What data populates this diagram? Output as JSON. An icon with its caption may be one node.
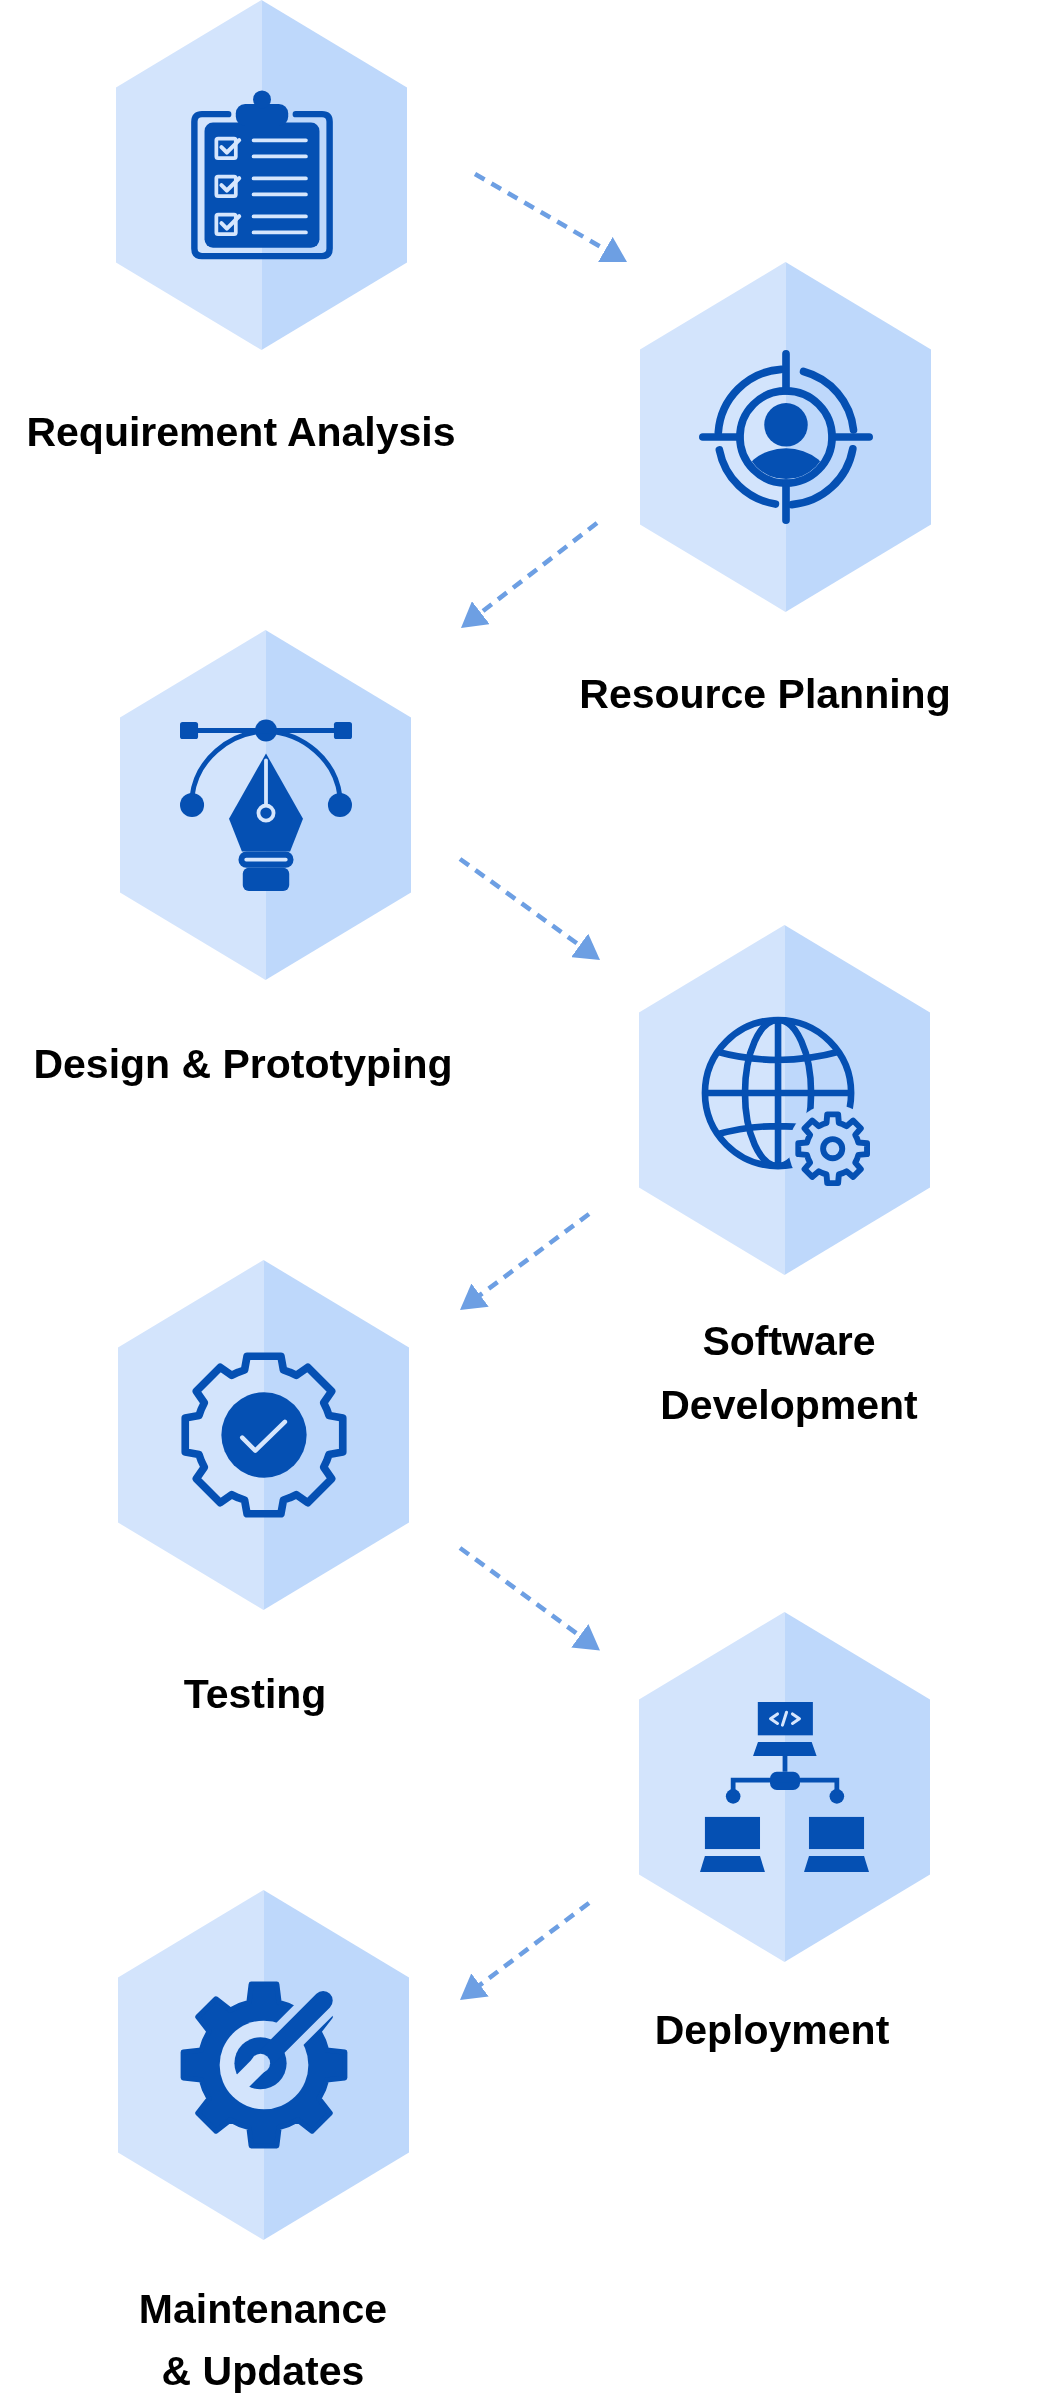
{
  "diagram": {
    "nodes": [
      {
        "text": [
          "Requirement Analysis"
        ]
      },
      {
        "text": [
          "Resource Planning"
        ]
      },
      {
        "text": [
          "Design & Prototyping"
        ]
      },
      {
        "text": [
          "Software Development"
        ]
      },
      {
        "text": [
          "Testing"
        ]
      },
      {
        "text": [
          "Deployment"
        ]
      },
      {
        "text": [
          "Maintenance & Updates"
        ]
      }
    ],
    "edges": [
      {
        "from": 0,
        "to": 1,
        "arrow": "to",
        "style": "dashed"
      },
      {
        "from": 1,
        "to": 2,
        "arrow": "to",
        "style": "dashed"
      },
      {
        "from": 2,
        "to": 3,
        "arrow": "to",
        "style": "dashed"
      },
      {
        "from": 3,
        "to": 4,
        "arrow": "to",
        "style": "dashed"
      },
      {
        "from": 4,
        "to": 5,
        "arrow": "to",
        "style": "dashed"
      },
      {
        "from": 5,
        "to": 6,
        "arrow": "to",
        "style": "dashed"
      }
    ]
  }
}
